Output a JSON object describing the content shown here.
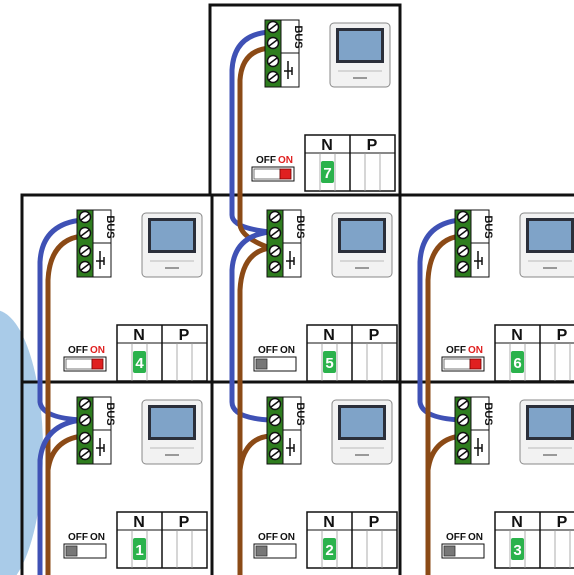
{
  "labels": {
    "bus": "BUS",
    "off": "OFF",
    "on": "ON",
    "n": "N",
    "p": "P"
  },
  "colors": {
    "wire_blue": "#3f51b5",
    "wire_brown": "#8b4a16",
    "terminal_green": "#2e7d1e",
    "number_green": "#2bb24c",
    "switch_red": "#e02020",
    "switch_grey": "#777777",
    "backdrop_circle": "#a9cbe8",
    "frame": "#111111"
  },
  "units": [
    {
      "number": "7",
      "switch": "on"
    },
    {
      "number": "4",
      "switch": "on"
    },
    {
      "number": "5",
      "switch": "off"
    },
    {
      "number": "6",
      "switch": "on"
    },
    {
      "number": "1",
      "switch": "off"
    },
    {
      "number": "2",
      "switch": "off"
    },
    {
      "number": "3",
      "switch": "off"
    }
  ]
}
